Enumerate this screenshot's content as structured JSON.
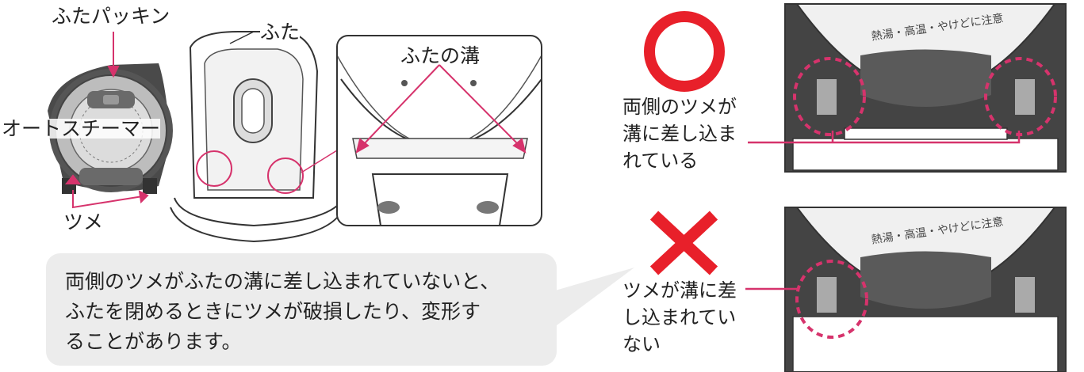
{
  "labels": {
    "lid_packing": "ふたパッキン",
    "lid": "ふた",
    "auto_steamer": "オートスチーマー",
    "claws": "ツメ",
    "lid_groove": "ふたの溝"
  },
  "lid_print": {
    "top_text": "熱湯・高温・やけどに注意"
  },
  "note": {
    "line1": "両側のツメがふたの溝に差し込まれていないと、",
    "line2": "ふたを閉めるときにツメが破損したり、変形す",
    "line3": "ることがあります。"
  },
  "correct": {
    "line1": "両側のツメが",
    "line2": "溝に差し込ま",
    "line3": "れている"
  },
  "incorrect": {
    "line1": "ツメが溝に差",
    "line2": "し込まれてい",
    "line3": "ない"
  },
  "colors": {
    "accent": "#d6336c",
    "circle_ok": "#e8202a",
    "cross_ng": "#e8202a",
    "bubble_bg": "#ececec",
    "line": "#333333"
  }
}
